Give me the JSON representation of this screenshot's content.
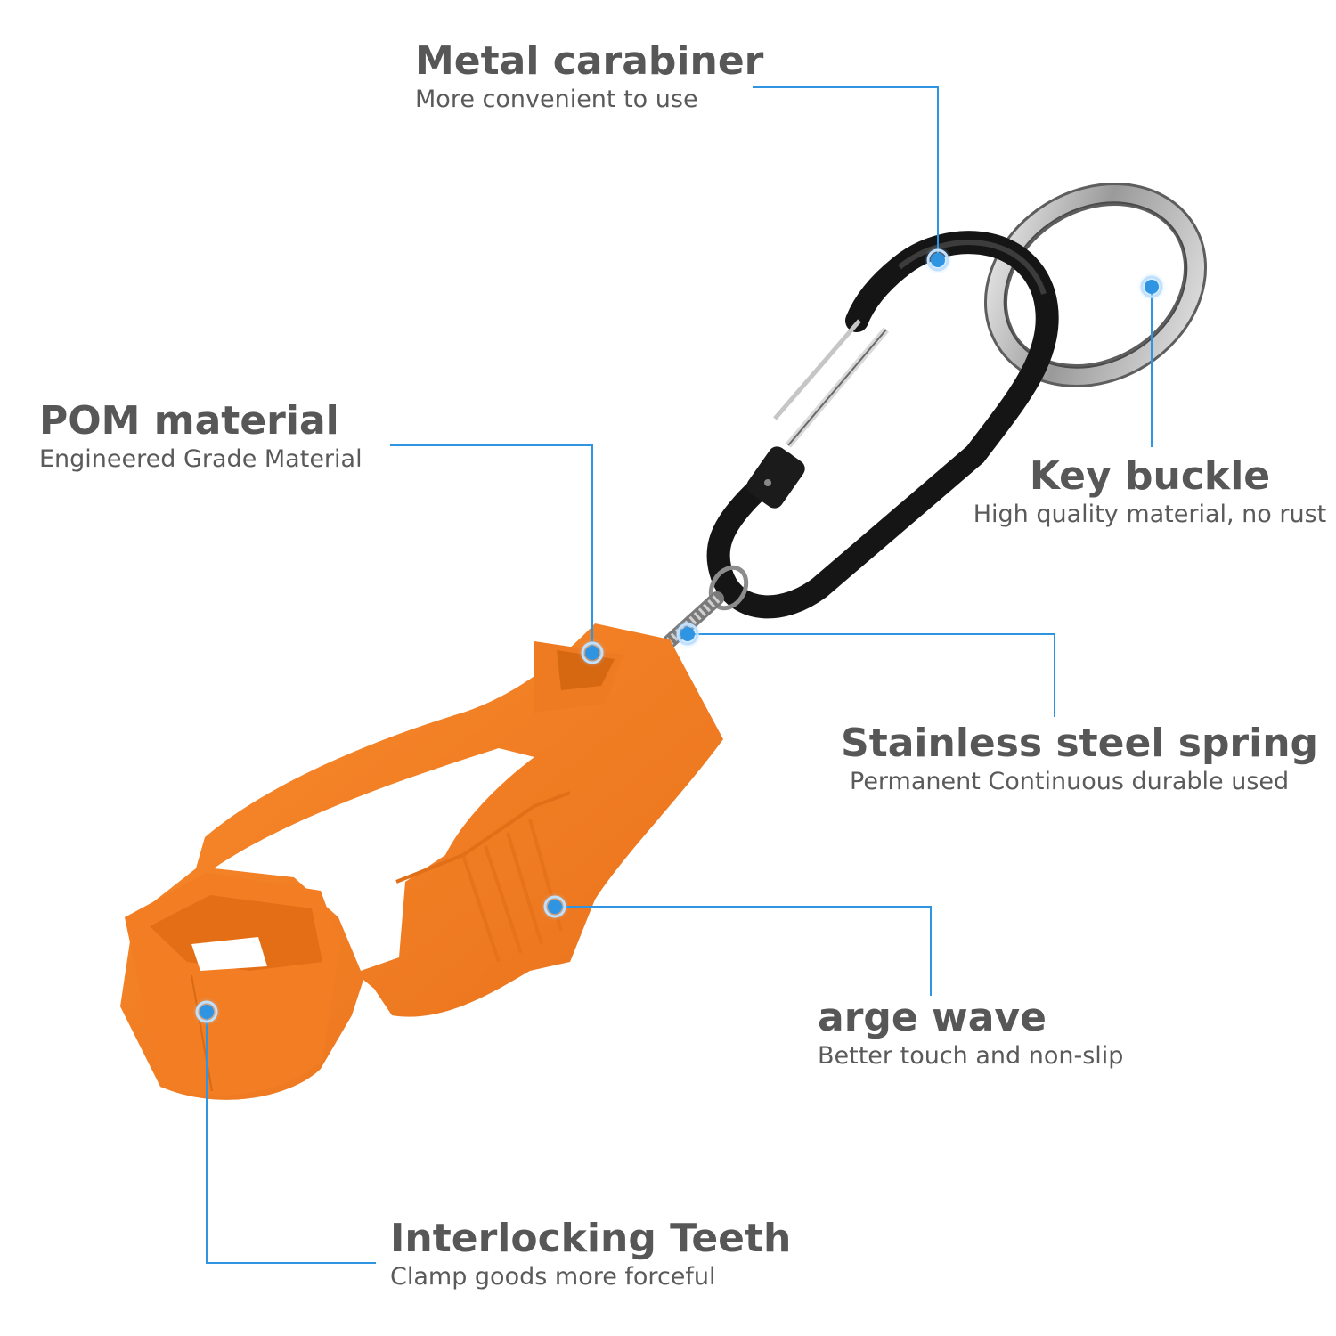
{
  "accent_color": "#2f95e3",
  "product_color": "#f47d20",
  "callouts": {
    "metal_carabiner": {
      "title": "Metal carabiner",
      "description": "More convenient to use"
    },
    "pom_material": {
      "title": "POM material",
      "description": "Engineered Grade Material"
    },
    "key_buckle": {
      "title": "Key buckle",
      "description": "High quality material, no rust"
    },
    "stainless_spring": {
      "title": "Stainless steel spring",
      "description": "Permanent Continuous durable used"
    },
    "large_wave": {
      "title": "arge wave",
      "description": "Better touch and non-slip"
    },
    "interlocking_teeth": {
      "title": "Interlocking Teeth",
      "description": "Clamp goods more forceful"
    }
  }
}
